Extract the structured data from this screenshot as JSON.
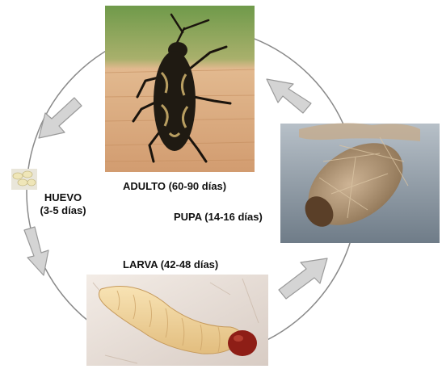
{
  "stages": {
    "adulto": {
      "label": "ADULTO (60-90 días)"
    },
    "huevo": {
      "label_line1": "HUEVO",
      "label_line2": "(3-5 días)"
    },
    "larva": {
      "label": "LARVA (42-48 días)"
    },
    "pupa": {
      "label": "PUPA (14-16 días)"
    }
  },
  "colors": {
    "cycle_line": "#8a8a8a",
    "arrow_fill": "#d4d4d4",
    "arrow_stroke": "#9a9a9a",
    "wood": "#d9a77a",
    "weevil_body": "#1f1a12",
    "weevil_marking": "#c9ad6a",
    "larva_body": "#f1d49a",
    "larva_head": "#8e1e16",
    "pupa_cocoon": "#b89a78",
    "pupa_background": "#7d8a96",
    "egg": "#efe6b8"
  }
}
